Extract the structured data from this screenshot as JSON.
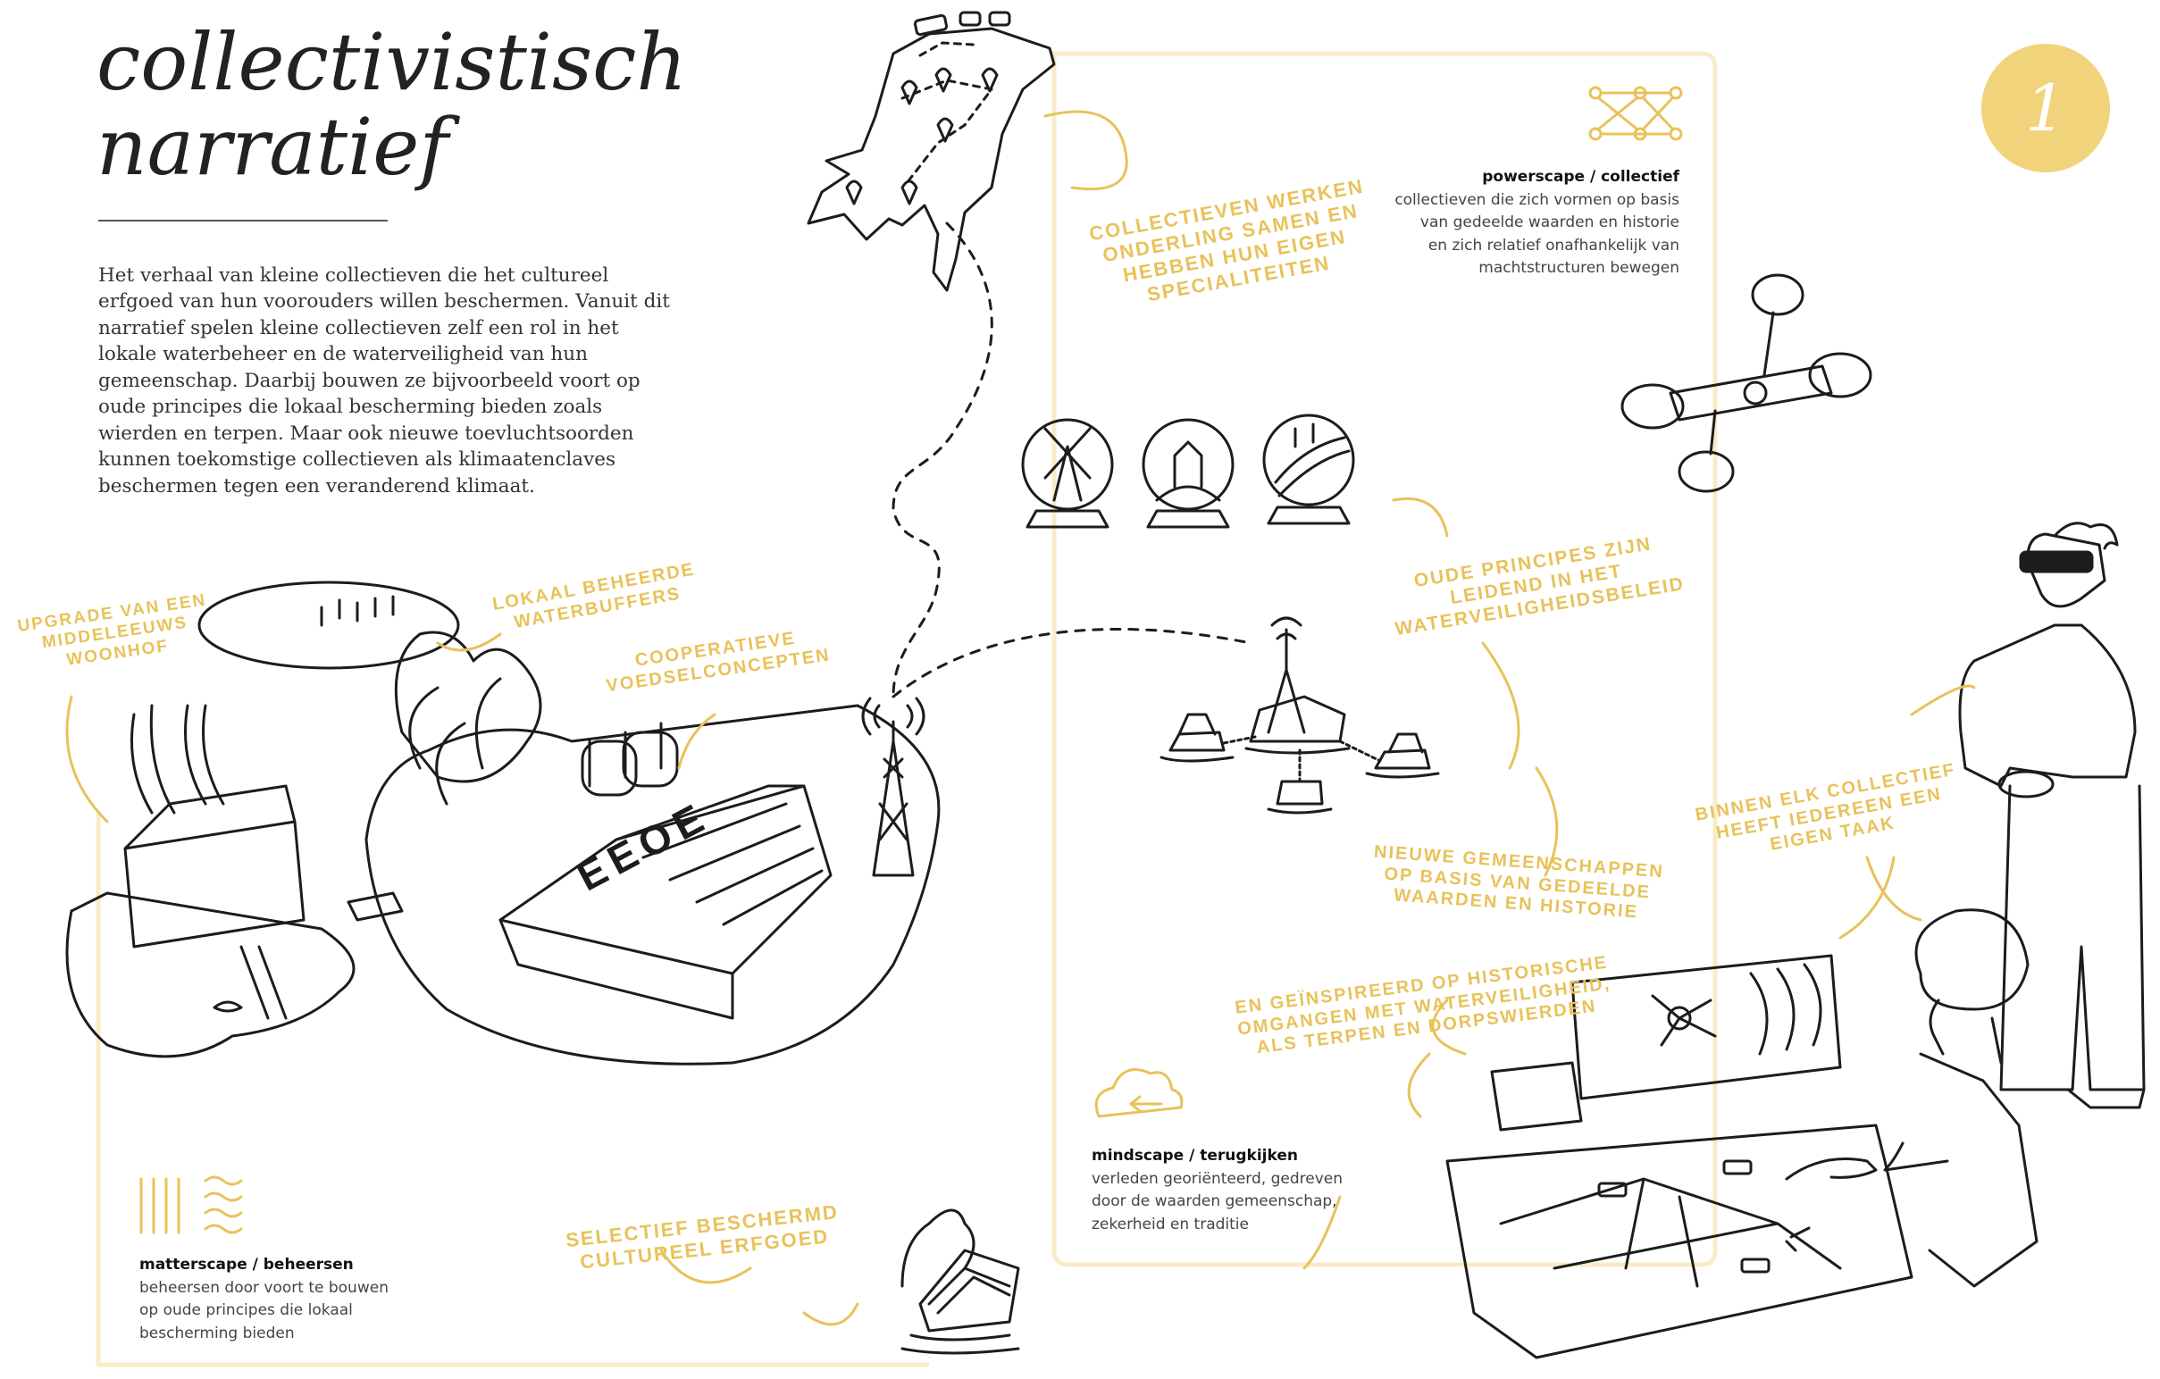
{
  "title": {
    "line1": "collectivistisch",
    "line2": "narratief"
  },
  "intro": "Het verhaal van kleine collectieven die het cultureel erfgoed van hun voorouders willen beschermen. Vanuit dit narratief spelen kleine collectieven zelf een rol in het lokale waterbeheer en de waterveiligheid van hun gemeenschap. Daarbij bouwen ze bijvoorbeeld voort op oude principes die lokaal bescherming bieden zoals wierden en terpen. Maar ook nieuwe toevluchtsoorden kunnen toekomstige collectieven als klimaatenclaves beschermen tegen een veranderend klimaat.",
  "badge": "1",
  "powerscape": {
    "heading": "powerscape / collectief",
    "lines": [
      "collectieven die zich vormen op basis",
      "van gedeelde waarden en historie",
      "en zich relatief onafhankelijk van",
      "machtstructuren bewegen"
    ]
  },
  "mindscape": {
    "heading": "mindscape / terugkijken",
    "lines": [
      "verleden georiënteerd, gedreven",
      "door de waarden gemeenschap,",
      "zekerheid en traditie"
    ]
  },
  "matterscape": {
    "heading": "matterscape / beheersen",
    "lines": [
      "beheersen door voort te bouwen",
      "op oude principes die lokaal",
      "bescherming bieden"
    ]
  },
  "annotations": {
    "collectieven": [
      "collectieven werken",
      "onderling samen en",
      "hebben hun eigen",
      "specialiteiten"
    ],
    "upgrade": [
      "upgrade van een",
      "middeleeuws",
      "woonhof"
    ],
    "waterbuffers": [
      "lokaal beheerde",
      "waterbuffers"
    ],
    "cooperatieve": [
      "cooperatieve",
      "voedselconcepten"
    ],
    "principes": [
      "oude principes zijn",
      "leidend in het",
      "waterveiligheidsbeleid"
    ],
    "gemeenschappen": [
      "nieuwe gemeenschappen",
      "op basis van gedeelde",
      "waarden en historie"
    ],
    "geinspireerd": [
      "en geïnspireerd op historische",
      "omgangen met waterveiligheid,",
      "als terpen en dorpswierden"
    ],
    "taak": [
      "binnen elk collectief",
      "heeft iedereen een",
      "eigen taak"
    ],
    "erfgoed": [
      "selectief beschermd",
      "cultureel erfgoed"
    ]
  },
  "barn_sign": "EEOE",
  "colors": {
    "accent": "#e8c25a",
    "badge": "#f1d37c",
    "frame": "#f8ebc7",
    "ink": "#1c1c1c",
    "text": "#333333"
  },
  "icons": [
    "network-icon",
    "cloud-arrow-icon",
    "water-lines-icon",
    "windmill-icon",
    "church-mound-icon",
    "terp-landscape-icon",
    "drone-icon",
    "antenna-icon"
  ]
}
